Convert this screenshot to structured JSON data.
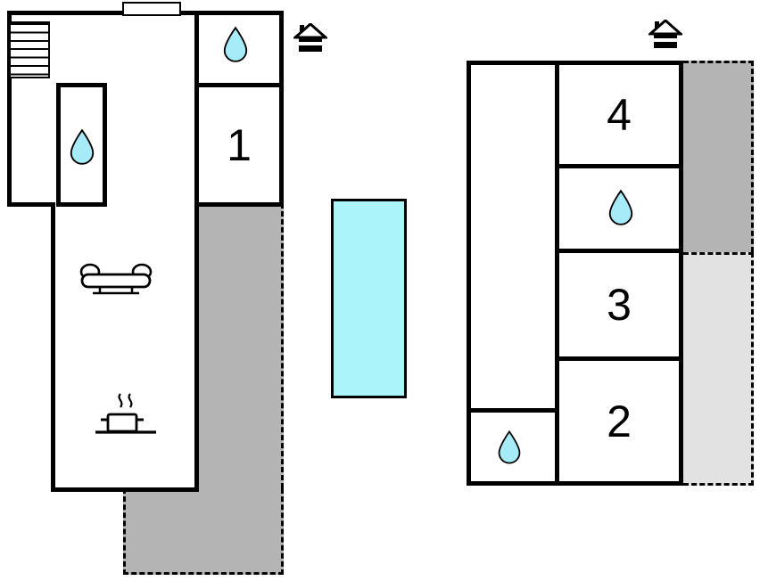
{
  "plan": {
    "type": "floor-plan",
    "left_building": {
      "room1_label": "1",
      "features": [
        "staircase-icon",
        "water-drop-icon",
        "water-drop-icon",
        "couch-icon",
        "stove-icon"
      ],
      "entrance_icon": "house-icon"
    },
    "right_building": {
      "room4_label": "4",
      "room3_label": "3",
      "room2_label": "2",
      "features": [
        "water-drop-icon",
        "water-drop-icon"
      ],
      "entrance_icon": "house-icon"
    },
    "pool": "swimming-pool",
    "colors": {
      "wall": "#000000",
      "water_drop_fill": "#a6ebf7",
      "pool_fill": "#abf4f9",
      "terrace_dark": "#b4b4b4",
      "terrace_light": "#e2e2e2",
      "background": "#ffffff"
    }
  }
}
